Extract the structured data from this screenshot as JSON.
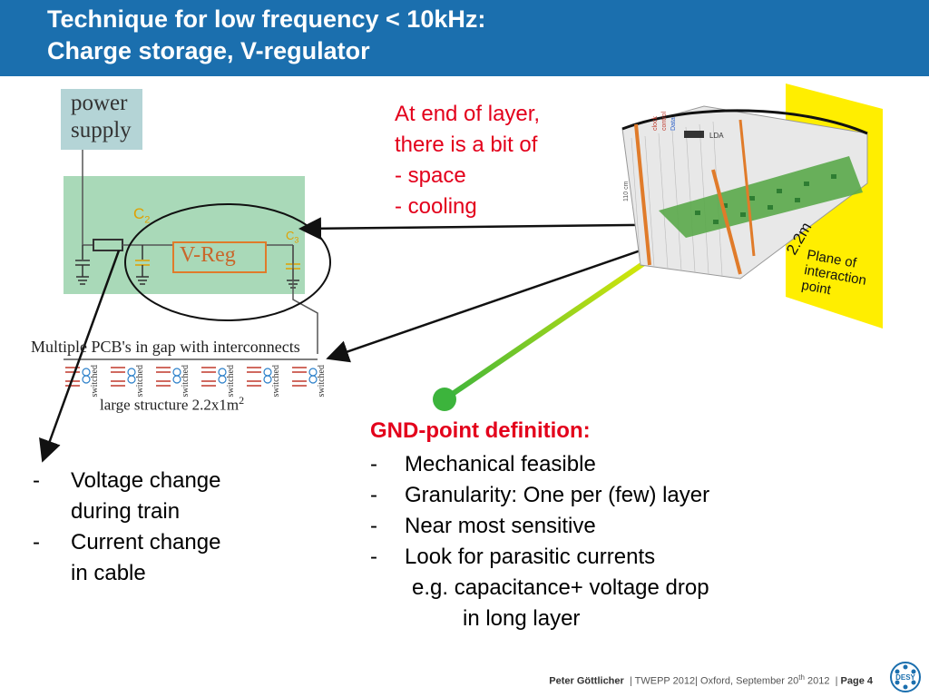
{
  "slide": {
    "title_line1": "Technique for  low frequency < 10kHz:",
    "title_line2": "Charge storage, V-regulator"
  },
  "schematic": {
    "power_supply_line1": "power",
    "power_supply_line2": "supply",
    "vreg_label": "V-Reg",
    "c2_label": "C",
    "c2_sub": "2",
    "c3_label": "C",
    "c3_sub": "3",
    "pcb_caption": "Multiple PCB's in gap with interconnects",
    "large_caption": "large structure 2.2x1m",
    "large_caption_sup": "2",
    "switched_label": "switched"
  },
  "left_bullets": [
    {
      "dash": "-",
      "line1": "Voltage change",
      "line2": "during train"
    },
    {
      "dash": "-",
      "line1": "Current change",
      "line2": "in cable"
    }
  ],
  "red_note": {
    "line1": "At end of layer,",
    "line2": "there is a bit of",
    "line3": "- space",
    "line4": "- cooling"
  },
  "gnd": {
    "heading": "GND-point definition:",
    "items": [
      {
        "dash": "-",
        "text": "Mechanical feasible"
      },
      {
        "dash": "-",
        "text": "Granularity: One per (few) layer"
      },
      {
        "dash": "-",
        "text": "Near most sensitive"
      },
      {
        "dash": "-",
        "text": "Look for parasitic currents"
      }
    ],
    "cont1": "e.g. capacitance+ voltage drop",
    "cont2": "in long layer"
  },
  "detector": {
    "size_label": "2.2m",
    "plane_line1": "Plane of",
    "plane_line2": "interaction",
    "plane_line3": "point",
    "lda": "LDA",
    "height_label": "110 cm",
    "clock": "clock",
    "control": "control",
    "data": "Data"
  },
  "footer": {
    "author": "Peter Göttlicher",
    "sep1": "|",
    "event": "TWEPP 2012",
    "sep2": "|",
    "place_date": "Oxford, September 20",
    "date_sup": "th",
    "year": "2012",
    "sep3": "|",
    "page": "Page 4",
    "logo_text": "DESY"
  },
  "colors": {
    "title_bar": "#1b6fae",
    "accent_red": "#e3001b",
    "board_green": "#a9d9b8",
    "vreg_orange": "#e07b2a",
    "gnd_dot": "#3cb43c",
    "plane_yellow": "#ffee00"
  }
}
